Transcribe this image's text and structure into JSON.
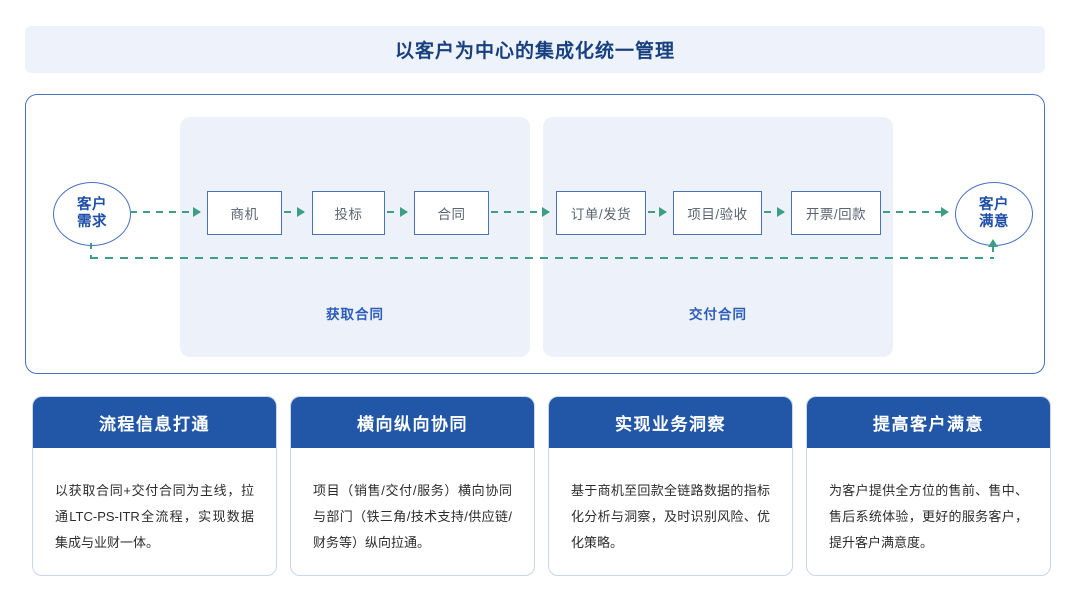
{
  "title": {
    "text": "以客户为中心的集成化统一管理"
  },
  "flow": {
    "start_node": {
      "line1": "客户",
      "line2": "需求"
    },
    "end_node": {
      "line1": "客户",
      "line2": "满意"
    },
    "groups": [
      {
        "id": "acquire",
        "label": "获取合同"
      },
      {
        "id": "deliver",
        "label": "交付合同"
      }
    ],
    "steps": [
      {
        "label": "商机"
      },
      {
        "label": "投标"
      },
      {
        "label": "合同"
      },
      {
        "label": "订单/发货"
      },
      {
        "label": "项目/验收"
      },
      {
        "label": "开票/回款"
      }
    ],
    "arrow_color": "#3c9e85",
    "box_border_color": "#4a71c0",
    "panel_color": "#edf1f9"
  },
  "cards": [
    {
      "title": "流程信息打通",
      "body": "以获取合同+交付合同为主线，拉通LTC-PS-ITR全流程，实现数据集成与业财一体。"
    },
    {
      "title": "横向纵向协同",
      "body": "项目（销售/交付/服务）横向协同与部门（铁三角/技术支持/供应链/财务等）纵向拉通。"
    },
    {
      "title": "实现业务洞察",
      "body": "基于商机至回款全链路数据的指标化分析与洞察，及时识别风险、优化策略。"
    },
    {
      "title": "提高客户满意",
      "body": "为客户提供全方位的售前、售中、售后系统体验，更好的服务客户，提升客户满意度。"
    }
  ],
  "theme": {
    "banner_bg": "#eef3fb",
    "banner_text": "#18407f",
    "card_header_bg": "#2257a8",
    "accent_blue": "#2b5cb8"
  }
}
